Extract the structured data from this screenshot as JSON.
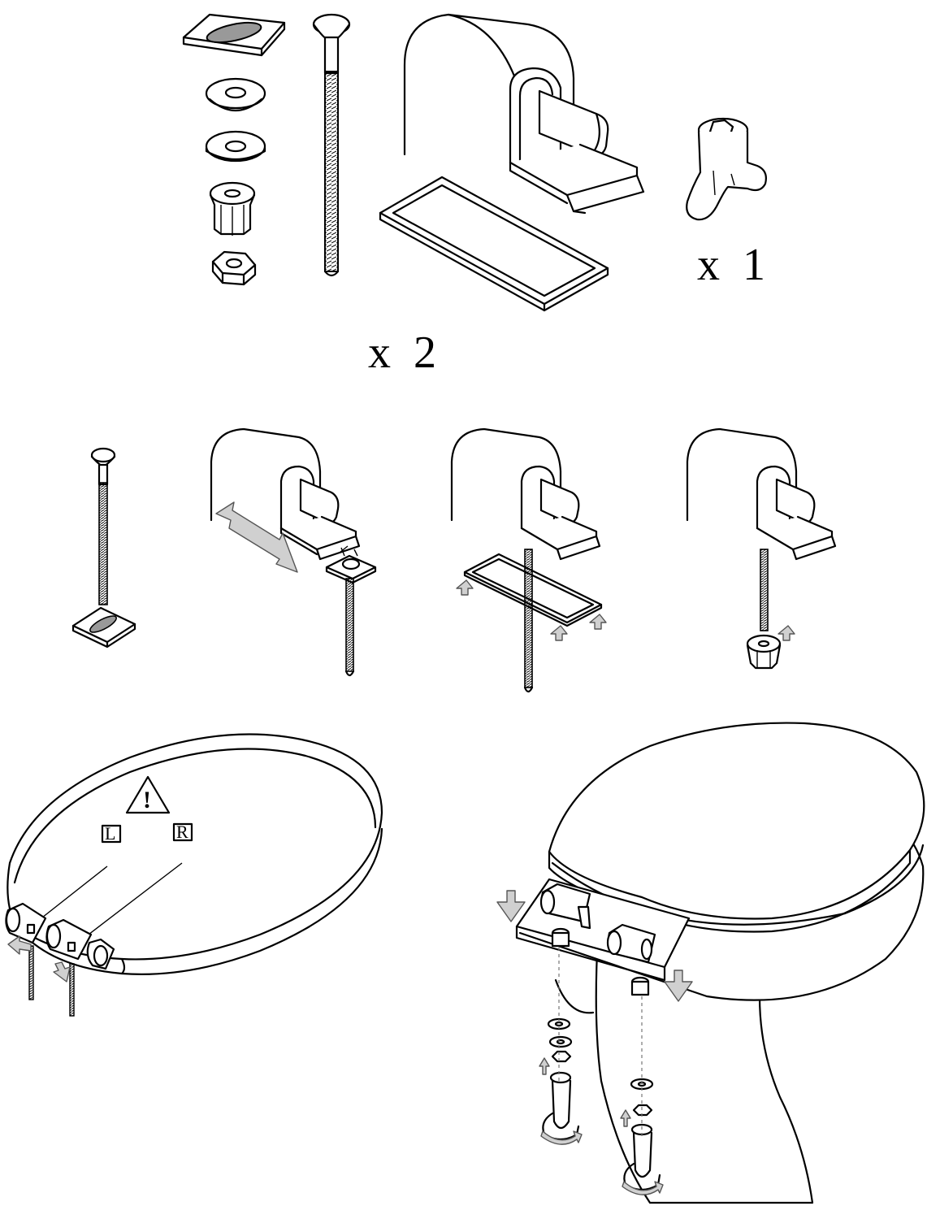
{
  "kit": {
    "qty_two": "x  2",
    "qty_one": "x  1"
  },
  "seat_labels": {
    "left": "L",
    "right": "R",
    "warning_symbol": "!"
  },
  "colors": {
    "line": "#000000",
    "arrow_fill": "#d0d0d0",
    "background": "#ffffff"
  },
  "icons": [
    "warning-triangle-icon",
    "double-arrow-icon",
    "up-arrow-icon",
    "down-arrow-icon",
    "rotate-arrow-icon"
  ]
}
